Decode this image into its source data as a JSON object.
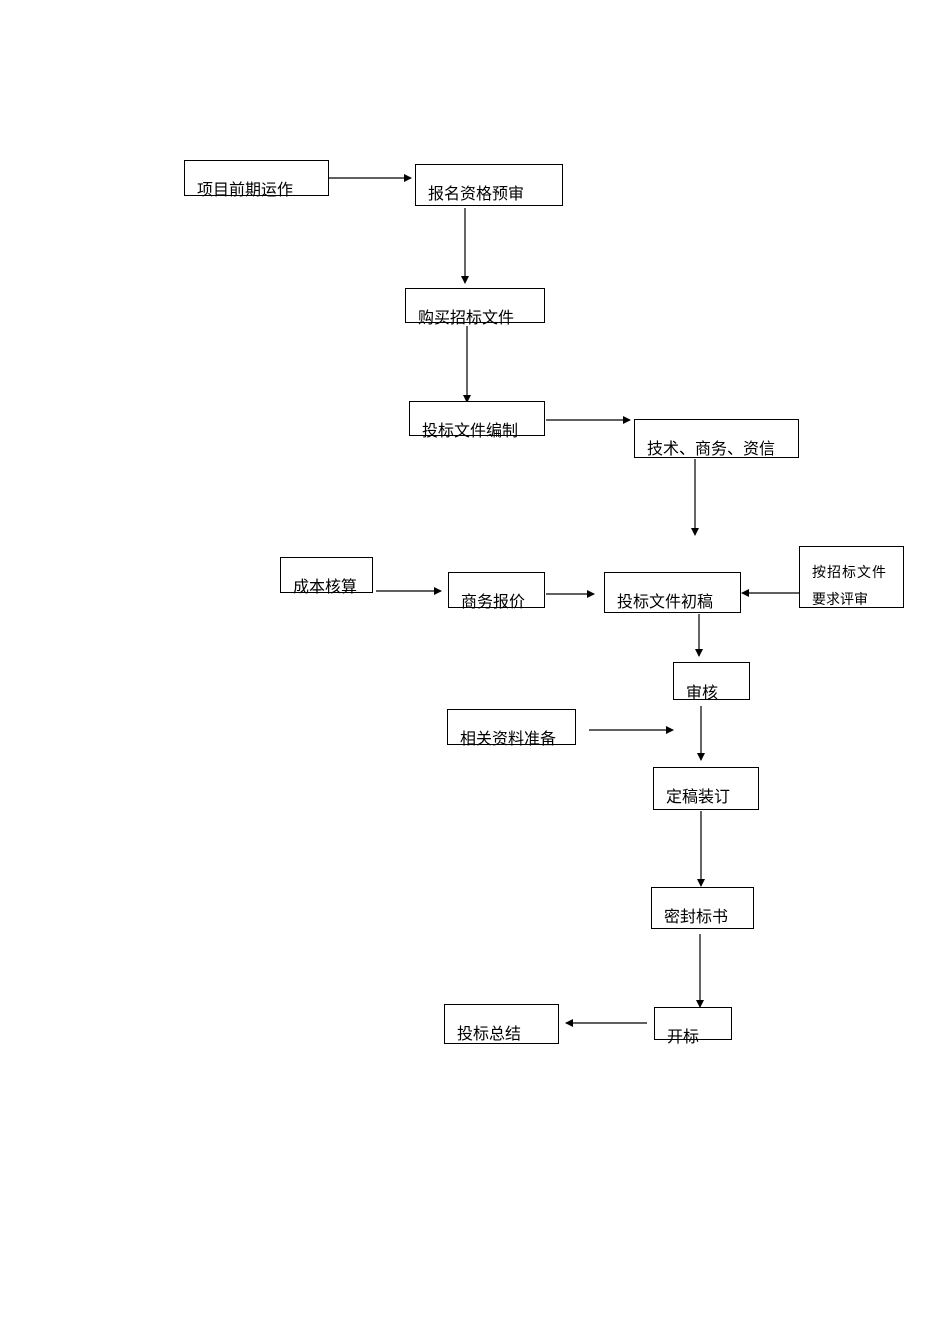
{
  "nodes": {
    "project_prep": "项目前期运作",
    "registration": "报名资格预审",
    "purchase_docs": "购买招标文件",
    "bid_compilation": "投标文件编制",
    "tech_business": "技术、商务、资信",
    "cost_accounting": "成本核算",
    "business_quote": "商务报价",
    "bid_draft": "投标文件初稿",
    "review_by_docs_line1": "按招标文件",
    "review_by_docs_line2": "要求评审",
    "audit": "审核",
    "related_materials": "相关资料准备",
    "finalize_binding": "定稿装订",
    "seal_bid": "密封标书",
    "bid_opening": "开标",
    "bid_summary": "投标总结"
  }
}
